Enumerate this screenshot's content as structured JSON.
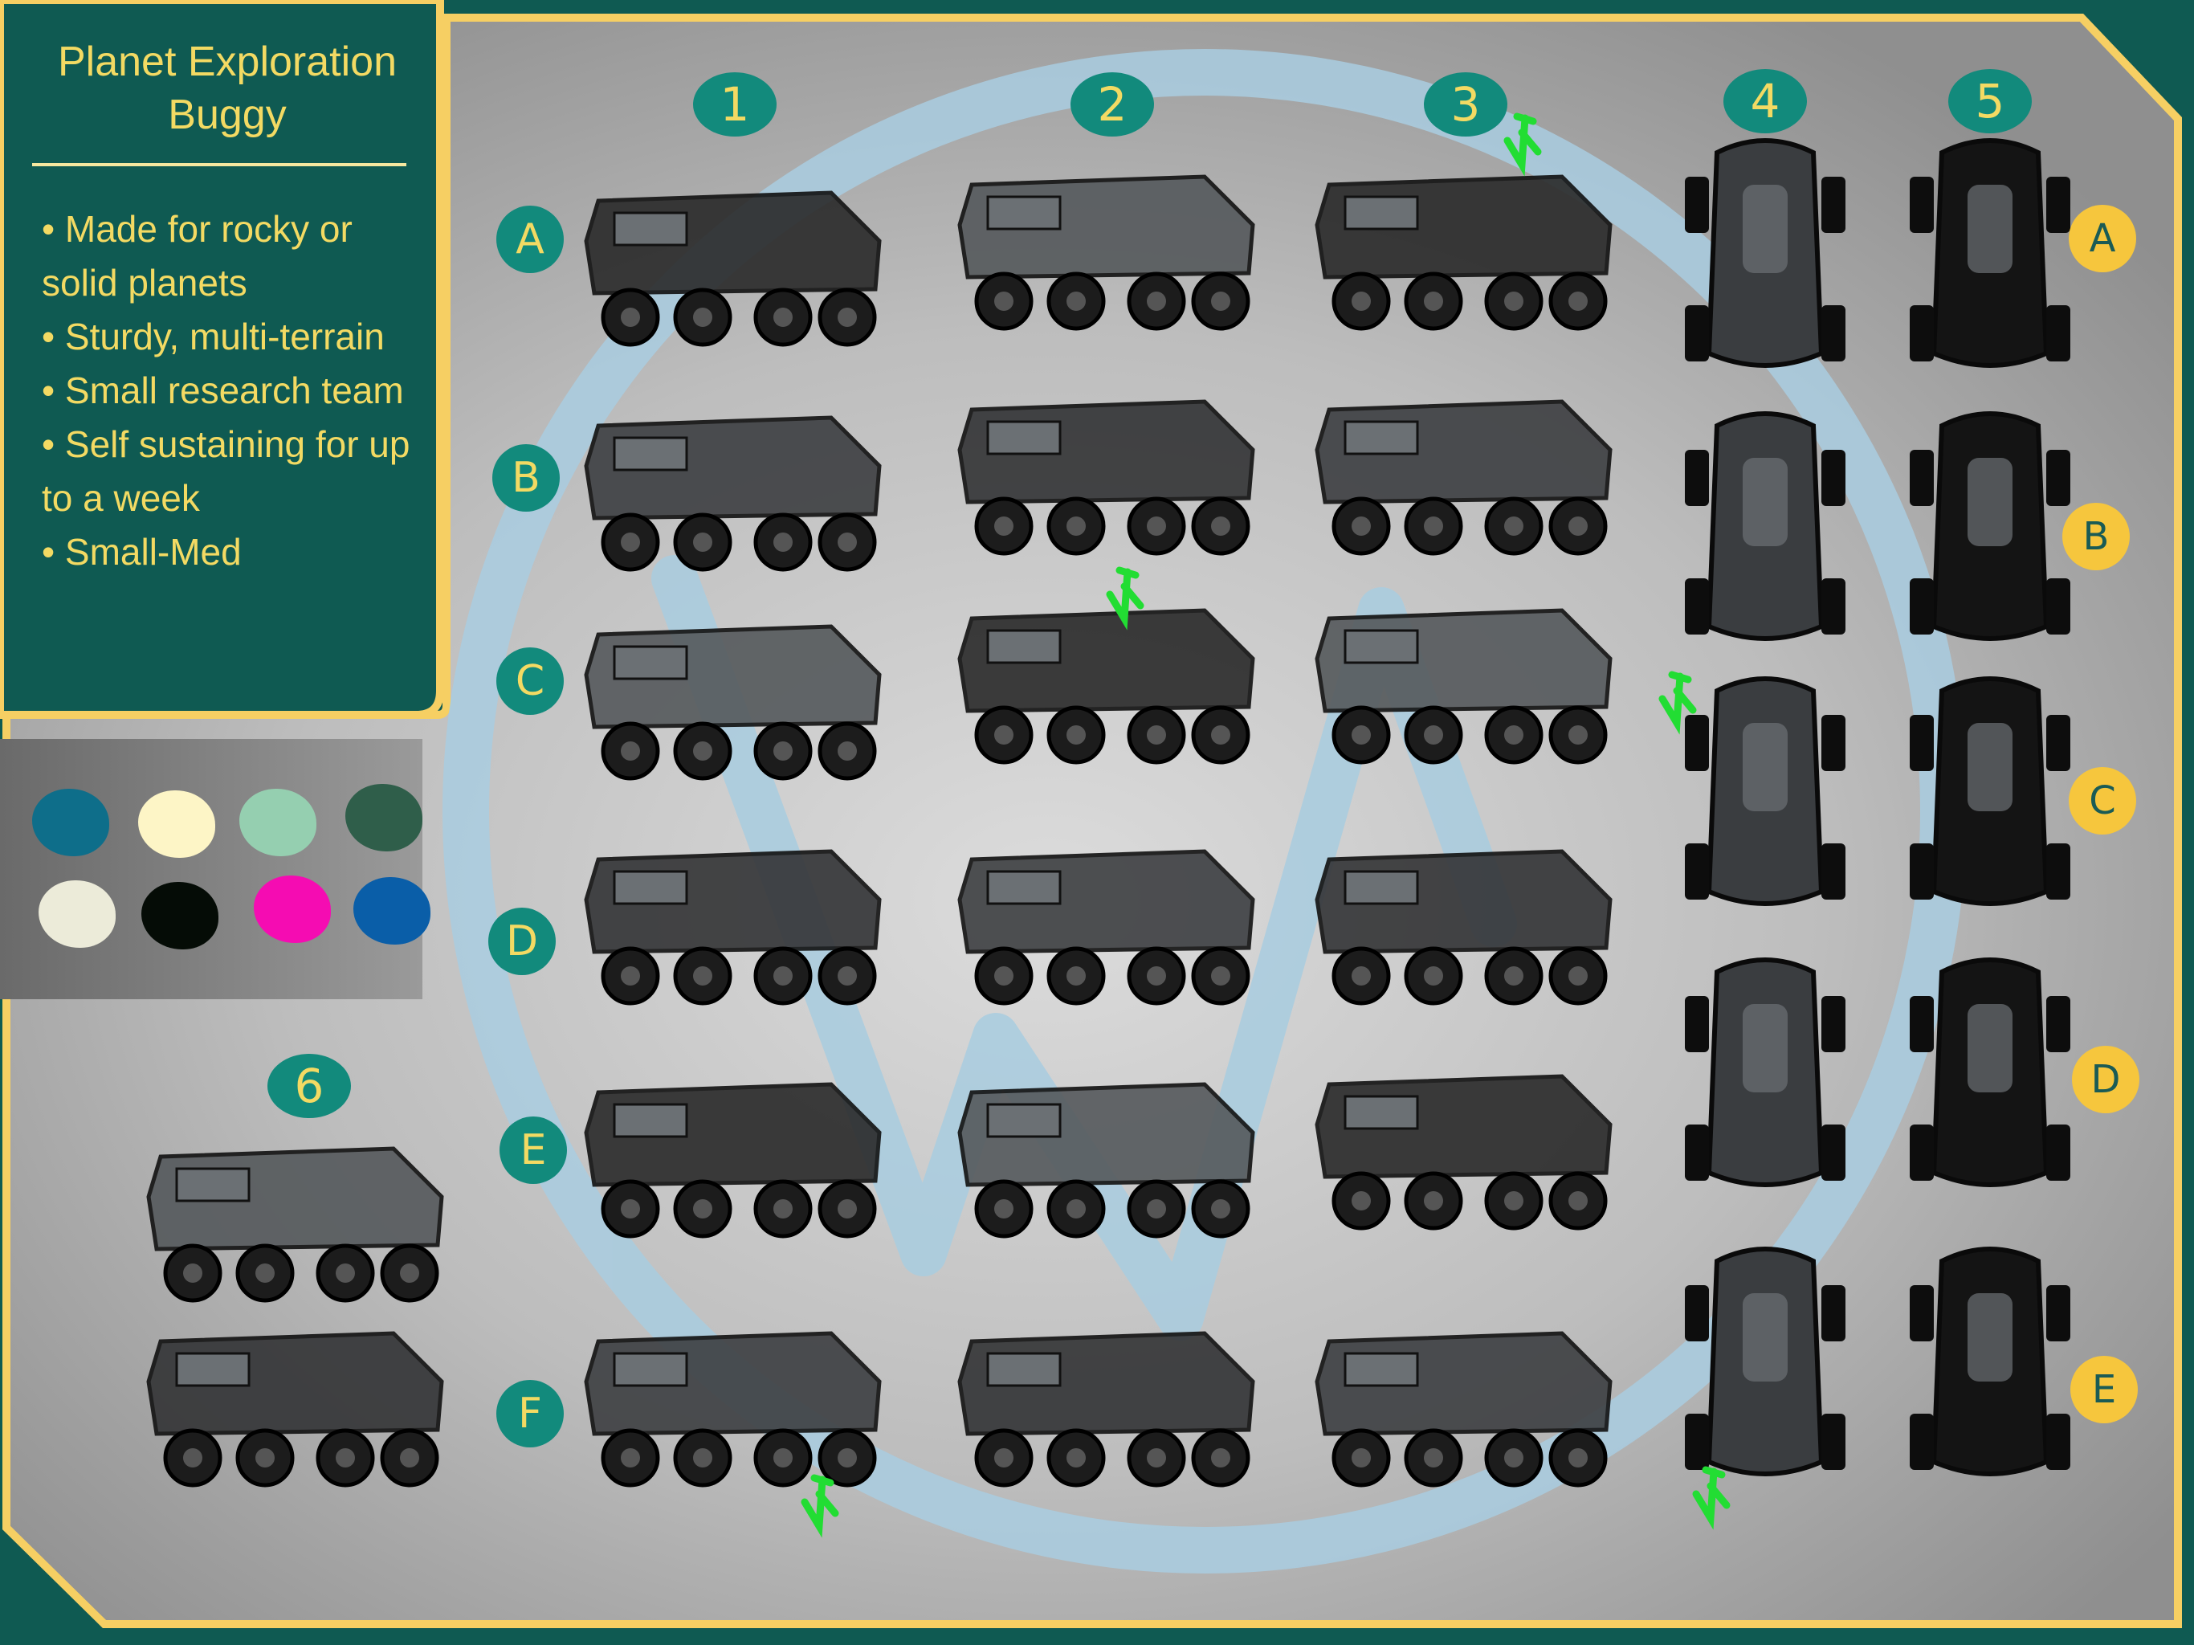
{
  "info_panel": {
    "title_line1": "Planet Exploration",
    "title_line2": "Buggy",
    "bullets": [
      "• Made for rocky or solid planets",
      "• Sturdy, multi-terrain",
      "• Small research team",
      "• Self sustaining for up to a week",
      "• Small-Med"
    ]
  },
  "palette": {
    "colors": [
      "#0e6e8a",
      "#fdf5c6",
      "#95cfb0",
      "#2f5e4a",
      "#ecebd9",
      "#050c06",
      "#f50cb2",
      "#0a5ea8"
    ]
  },
  "column_labels": [
    "1",
    "2",
    "3",
    "4",
    "5",
    "6"
  ],
  "row_labels_left": [
    "A",
    "B",
    "C",
    "D",
    "E",
    "F"
  ],
  "row_labels_right": [
    "A",
    "B",
    "C",
    "D",
    "E"
  ],
  "theme": {
    "frame_teal": "#0f5a52",
    "frame_gold": "#f6cf63",
    "badge_teal": "#128a7c",
    "badge_gold": "#f6c63d",
    "label_text": "#f3da63",
    "watermark": "#a9cde0",
    "mark_green": "#22dd33"
  },
  "sketch_cells": {
    "side_view": [
      "1A",
      "1B",
      "1C",
      "1D",
      "1E",
      "1F",
      "2A",
      "2B",
      "2C",
      "2D",
      "2E",
      "2F",
      "3A",
      "3B",
      "3C",
      "3D",
      "3E",
      "3F",
      "6A",
      "6B"
    ],
    "top_view": [
      "4A",
      "4B",
      "4C",
      "4D",
      "4E",
      "5A",
      "5B",
      "5C",
      "5D",
      "5E"
    ],
    "marked_with_check": [
      "3A",
      "2C",
      "3C",
      "1F",
      "4E"
    ]
  }
}
